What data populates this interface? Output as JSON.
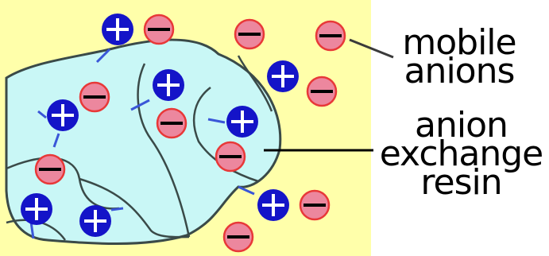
{
  "labels": {
    "mobile_anions": [
      "mobile",
      "anions"
    ],
    "anion_exchange_resin": [
      "anion",
      "exchange",
      "resin"
    ]
  },
  "colors": {
    "background": "#ffffaa",
    "resin_fill": "#c9f7f6",
    "resin_outline": "#3a4a48",
    "cation_fill": "#1414c8",
    "cation_sign": "#ffffff",
    "anion_fill": "#ec879e",
    "anion_ring": "#e83838",
    "anion_sign": "#000000",
    "link": "#3a56d8"
  },
  "icons": {
    "cation": "plus-circle-icon",
    "anion": "minus-circle-icon"
  }
}
